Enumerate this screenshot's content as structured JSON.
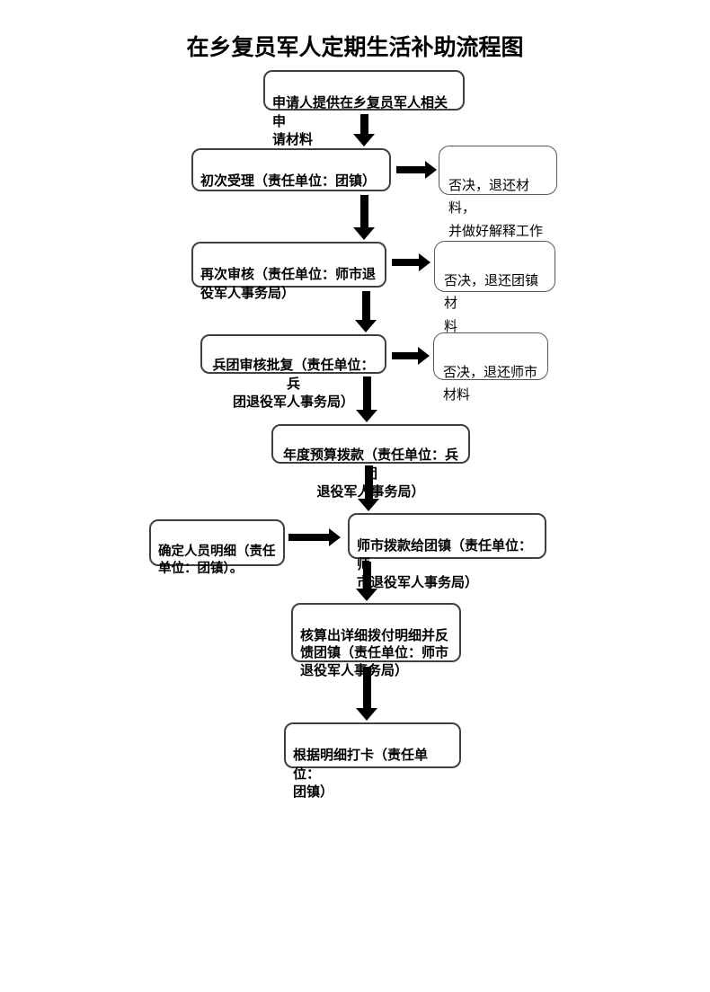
{
  "title": "在乡复员军人定期生活补助流程图",
  "colors": {
    "background": "#ffffff",
    "main_box_border": "#404040",
    "side_box_border": "#595959",
    "arrow": "#000000",
    "text": "#000000"
  },
  "nodes": {
    "apply": {
      "label": "申请人提供在乡复员军人相关申\n请材料"
    },
    "initial_acceptance": {
      "label": "初次受理（责任单位：团镇）"
    },
    "second_review": {
      "label": "再次审核（责任单位：师市退\n役军人事务局）"
    },
    "corps_approval": {
      "label": "兵团审核批复（责任单位：兵\n团退役军人事务局）"
    },
    "annual_budget": {
      "label": "年度预算拨款（责任单位：兵团\n退役军人事务局）"
    },
    "allocate_to_towns": {
      "label": "师市拨款给团镇（责任单位：师\n市退役军人事务局）"
    },
    "calculate_details": {
      "label": "核算出详细拨付明细并反\n馈团镇（责任单位：师市\n退役军人事务局）"
    },
    "card_payment": {
      "label": "根据明细打卡（责任单位：\n团镇）"
    },
    "confirm_personnel": {
      "label": "确定人员明细（责任\n单位：团镇）。"
    }
  },
  "rejections": {
    "reject_return_materials": {
      "label": "否决，退还材料，\n并做好解释工作"
    },
    "reject_return_town_materials": {
      "label": "否决，退还团镇材\n料"
    },
    "reject_return_shishi_materials": {
      "label": "否决，退还师市\n材料"
    }
  }
}
